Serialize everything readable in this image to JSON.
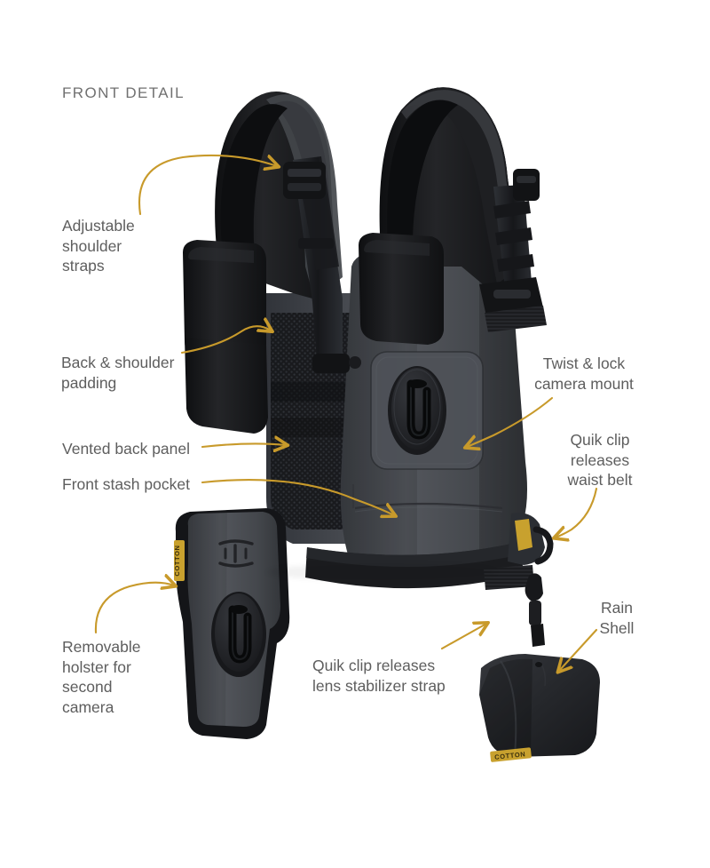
{
  "page": {
    "background": "#ffffff",
    "heading": "FRONT DETAIL",
    "text_color": "#5e5e5e",
    "accent_color": "#c89a2b"
  },
  "brand": {
    "tag_text": "COTTON",
    "tag_color": "#c8a12e"
  },
  "annotations": [
    {
      "id": "adjustable-shoulder-straps",
      "label": "Adjustable\nshoulder\nstraps",
      "side": "left",
      "arrow": "curve-up-right"
    },
    {
      "id": "back-and-shoulder-padding",
      "label": "Back & shoulder\npadding",
      "side": "left",
      "arrow": "curve-up-right"
    },
    {
      "id": "vented-back-panel",
      "label": "Vented back panel",
      "side": "left",
      "arrow": "straight-right"
    },
    {
      "id": "front-stash-pocket",
      "label": "Front stash pocket",
      "side": "left",
      "arrow": "long-curve-right-down"
    },
    {
      "id": "removable-holster",
      "label": "Removable\nholster for\nsecond\ncamera",
      "side": "left",
      "arrow": "curve-up-right"
    },
    {
      "id": "twist-and-lock-camera-mount",
      "label": "Twist & lock\ncamera mount",
      "side": "right",
      "arrow": "curve-down-left"
    },
    {
      "id": "quik-clip-releases-waist-belt",
      "label": "Quik clip\nreleases\nwaist belt",
      "side": "right",
      "arrow": "curve-down-left"
    },
    {
      "id": "rain-shell",
      "label": "Rain\nShell",
      "side": "right",
      "arrow": "straight-down-left"
    },
    {
      "id": "quik-clip-releases-lens-stabilizer-strap",
      "label": "Quik clip releases\nlens stabilizer strap",
      "side": "bottom",
      "arrow": "straight-up-right"
    }
  ],
  "product": {
    "name": "camera harness",
    "colors": {
      "fabric_heather": "#4a4d52",
      "fabric_heather_dark": "#3a3d42",
      "padding_black": "#1c1d20",
      "webbing_black": "#232427",
      "mesh_black": "#191a1d",
      "plate_black": "#24262a",
      "rain_shell": "#2a2b2f"
    }
  }
}
